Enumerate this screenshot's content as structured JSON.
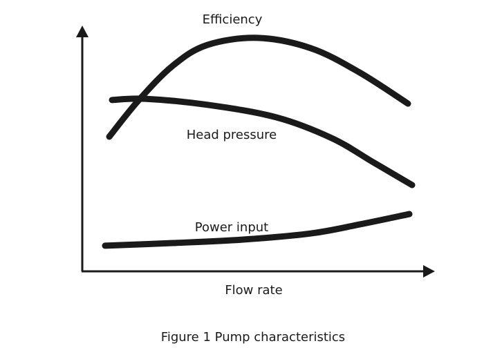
{
  "chart_data": {
    "type": "line",
    "title": "Figure 1 Pump characteristics",
    "xlabel": "Flow rate",
    "ylabel": "",
    "xlim": [
      0,
      100
    ],
    "ylim": [
      0,
      100
    ],
    "grid": false,
    "ticks": false,
    "series": [
      {
        "name": "Efficiency",
        "x": [
          7.8,
          16.2,
          26.2,
          36.2,
          50.8,
          66.2,
          80.2,
          94.2
        ],
        "y": [
          55.7,
          70.6,
          85.1,
          93.7,
          96.6,
          92.3,
          82.3,
          69.4
        ]
      },
      {
        "name": "Head pressure",
        "x": [
          8.6,
          18.2,
          36.2,
          56.2,
          72.2,
          84.2,
          95.4
        ],
        "y": [
          70.9,
          71.4,
          68.9,
          63.7,
          55.1,
          45.1,
          35.7
        ]
      },
      {
        "name": "Power input",
        "x": [
          6.6,
          26.2,
          46.2,
          66.2,
          80.2,
          94.6
        ],
        "y": [
          10.6,
          11.7,
          13.1,
          15.7,
          19.4,
          23.7
        ]
      }
    ]
  }
}
